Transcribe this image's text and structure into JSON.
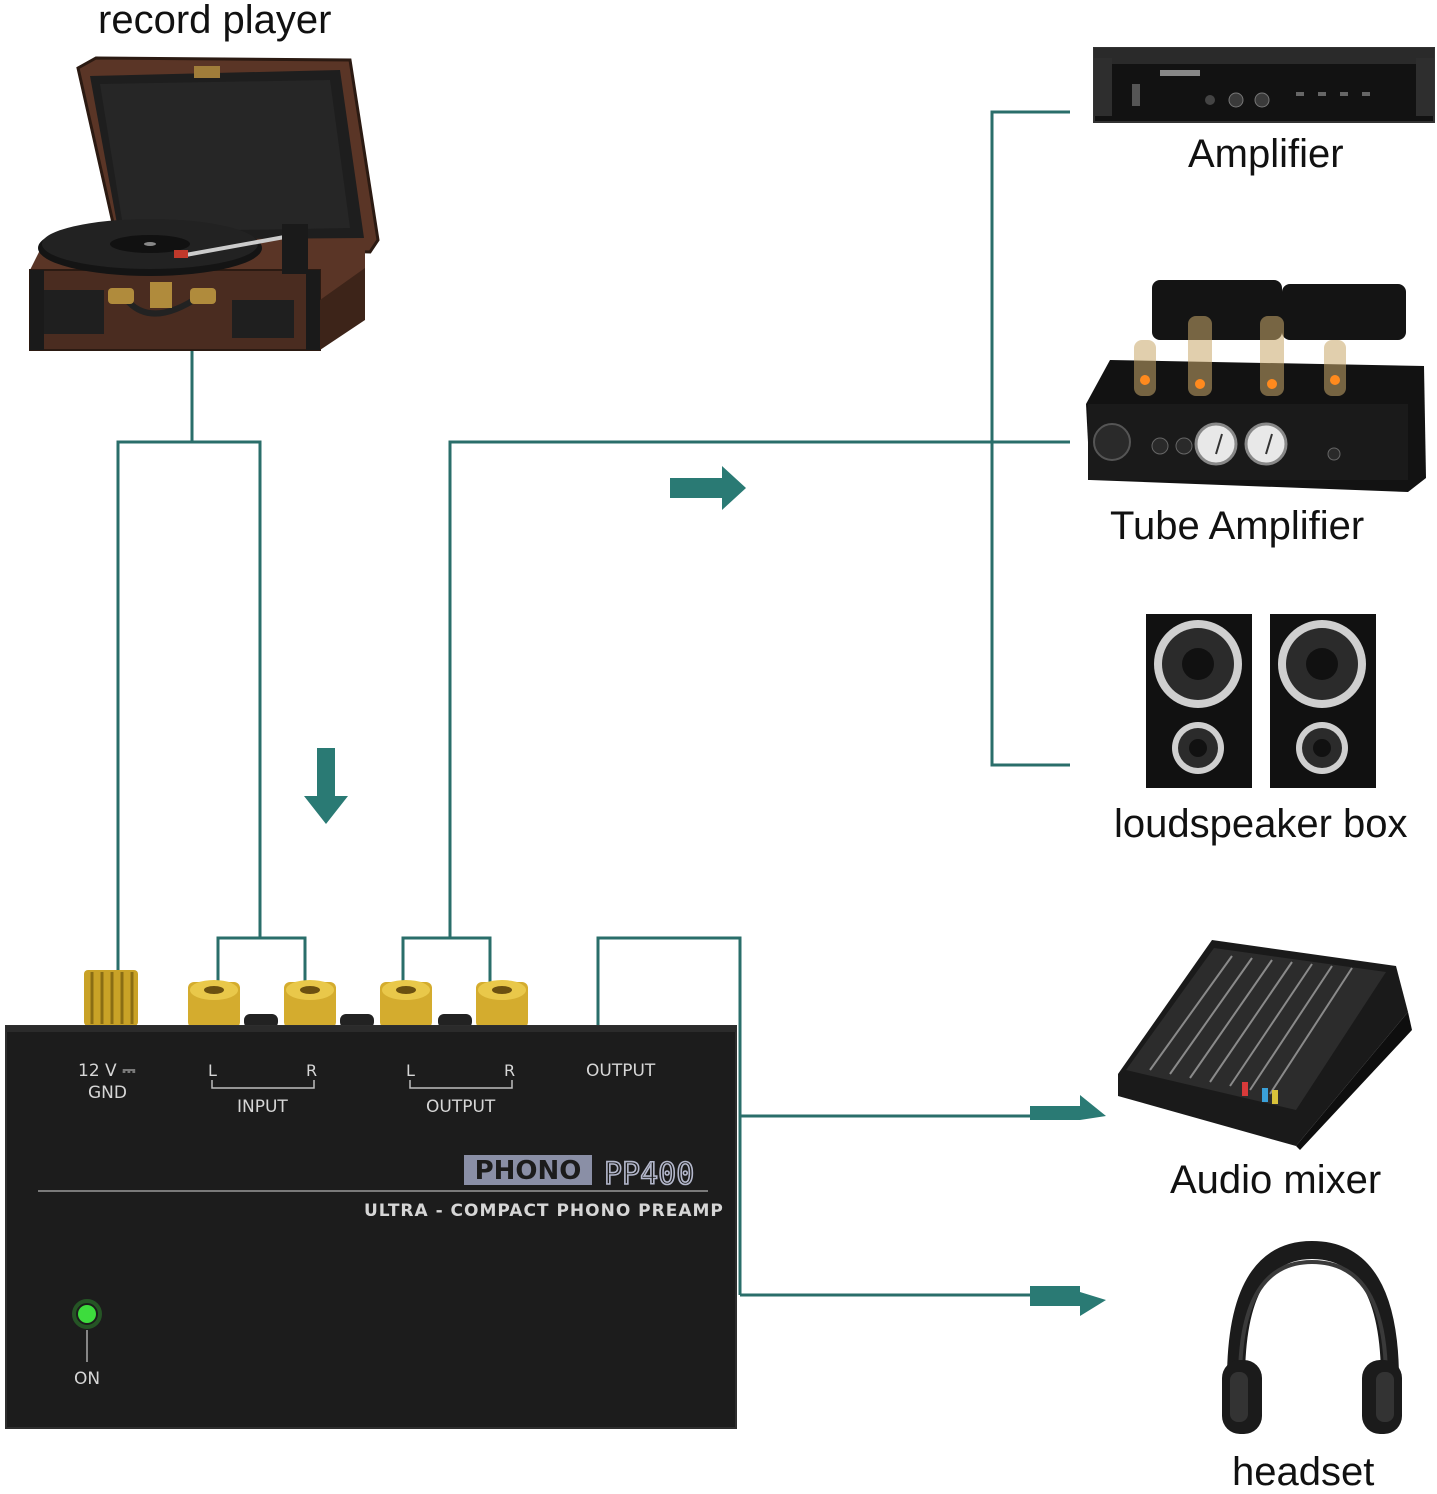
{
  "labels": {
    "record_player": "record player",
    "amplifier": "Amplifier",
    "tube_amplifier": "Tube Amplifier",
    "loudspeaker_box": "loudspeaker box",
    "audio_mixer": "Audio mixer",
    "headset": "headset"
  },
  "preamp": {
    "power_label": "12 V ⎓",
    "gnd_label": "GND",
    "input_l": "L",
    "input_r": "R",
    "input_label": "INPUT",
    "output_l": "L",
    "output_r": "R",
    "output_label": "OUTPUT",
    "output2_label": "OUTPUT",
    "brand_badge": "PHONO",
    "model": "PP400",
    "tagline": "ULTRA - COMPACT  PHONO  PREAMP",
    "led_label": "ON"
  },
  "colors": {
    "wire": "#2a6e6a",
    "arrow": "#2a7a74",
    "device_body": "#1c1c1c",
    "gold": "#c9a227",
    "led": "#3ddc3d"
  },
  "icons": {
    "record_player": "turntable-icon",
    "amplifier": "rack-amplifier-icon",
    "tube_amplifier": "tube-amplifier-icon",
    "loudspeaker_box": "speaker-pair-icon",
    "audio_mixer": "mixer-console-icon",
    "headset": "headphones-icon"
  }
}
